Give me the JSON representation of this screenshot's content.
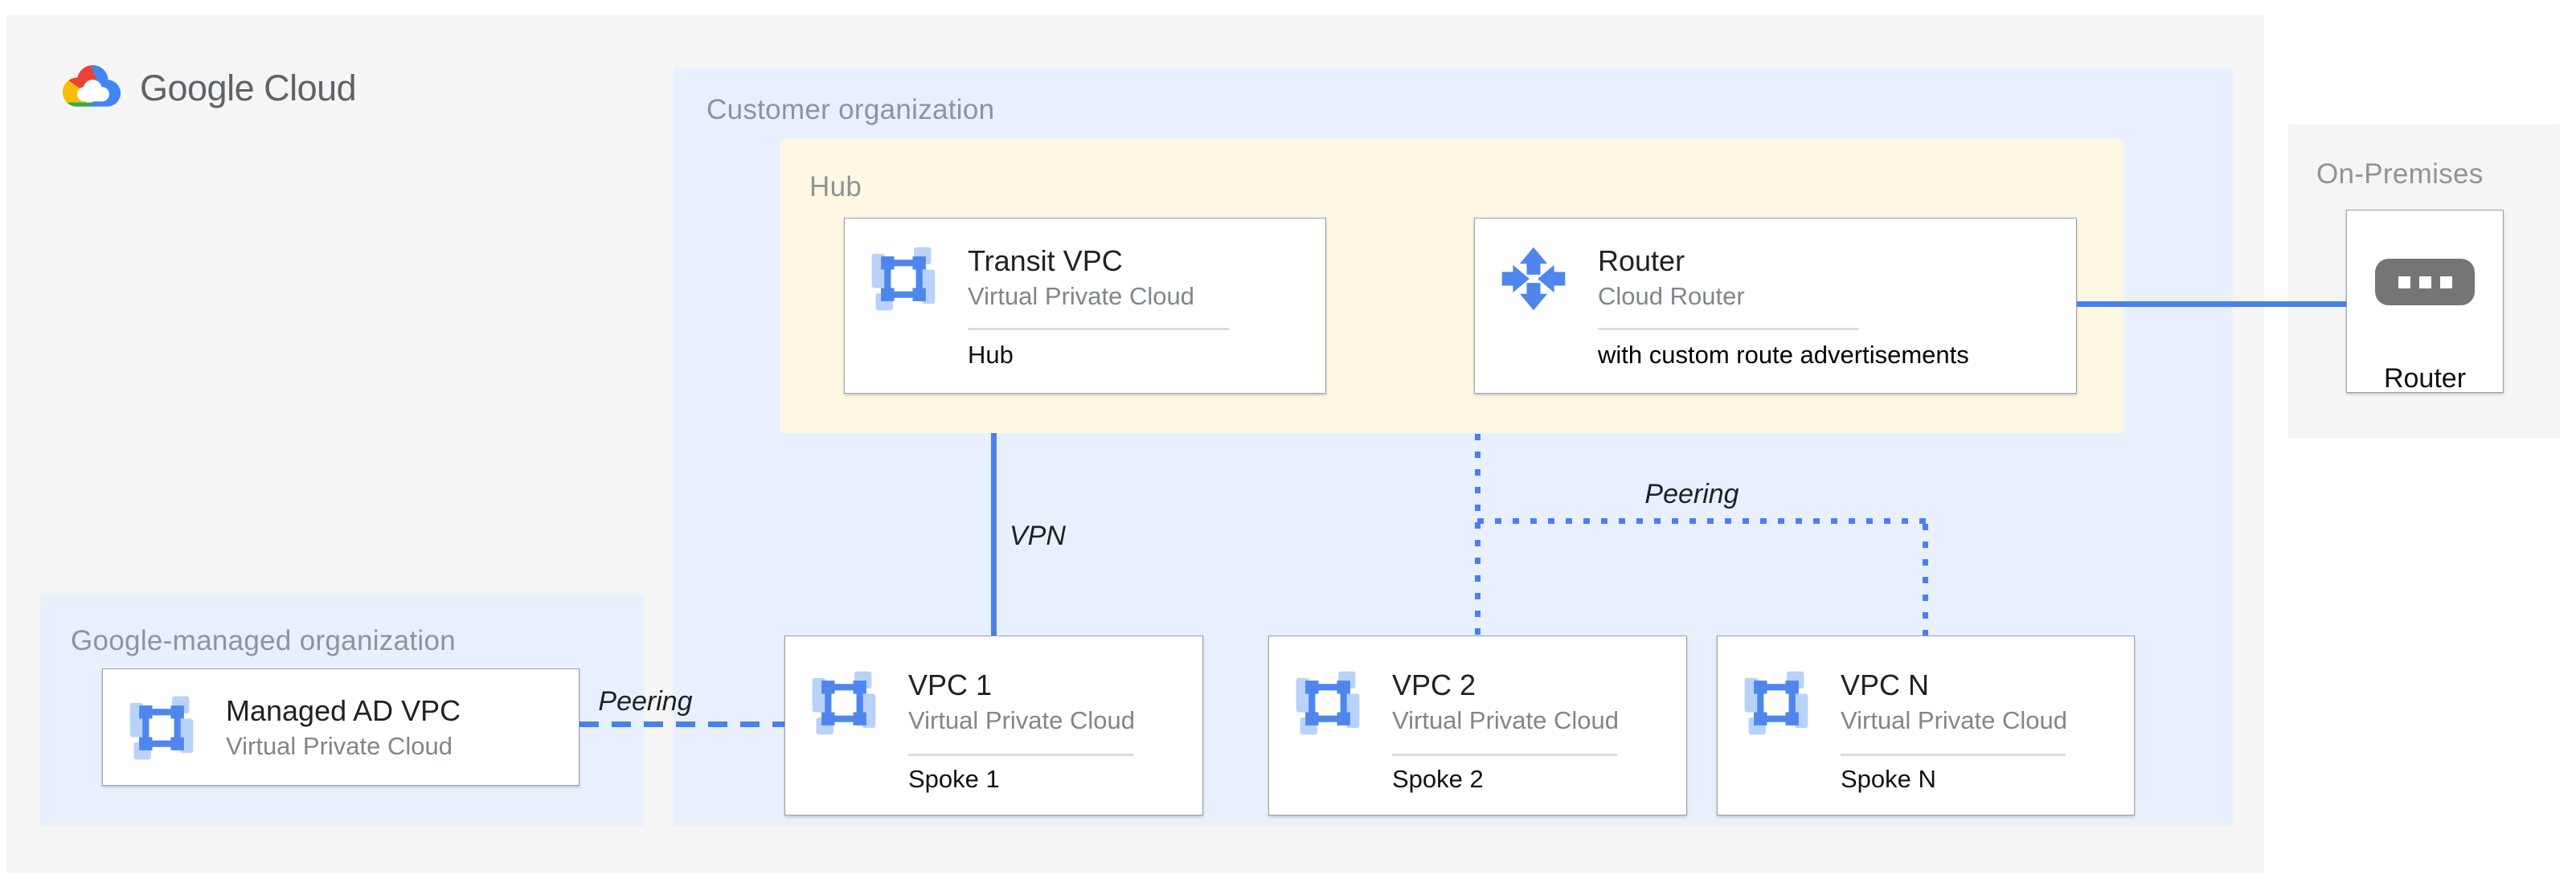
{
  "logo": {
    "text": "Google Cloud"
  },
  "containers": {
    "customer_org": {
      "label": "Customer organization"
    },
    "hub": {
      "label": "Hub"
    },
    "google_managed": {
      "label": "Google-managed organization"
    },
    "on_premises": {
      "label": "On-Premises"
    }
  },
  "cards": {
    "transit_vpc": {
      "title": "Transit VPC",
      "subtitle": "Virtual Private Cloud",
      "sublabel": "Hub",
      "icon": "vpc-icon"
    },
    "cloud_router": {
      "title": "Router",
      "subtitle": "Cloud Router",
      "sublabel": "with custom route advertisements",
      "icon": "cloud-router-icon"
    },
    "managed_ad_vpc": {
      "title": "Managed AD VPC",
      "subtitle": "Virtual Private Cloud",
      "icon": "vpc-icon"
    },
    "vpc_1": {
      "title": "VPC 1",
      "subtitle": "Virtual Private Cloud",
      "sublabel": "Spoke 1",
      "icon": "vpc-icon"
    },
    "vpc_2": {
      "title": "VPC 2",
      "subtitle": "Virtual Private Cloud",
      "sublabel": "Spoke 2",
      "icon": "vpc-icon"
    },
    "vpc_n": {
      "title": "VPC N",
      "subtitle": "Virtual Private Cloud",
      "sublabel": "Spoke N",
      "icon": "vpc-icon"
    },
    "onprem_router": {
      "label": "Router",
      "icon": "hardware-router-icon"
    }
  },
  "connections": {
    "vpn": {
      "label": "VPN",
      "style": "solid",
      "from": "hub",
      "to": "vpc_1"
    },
    "peering_hub": {
      "label": "Peering",
      "style": "dotted",
      "from": "cloud_router",
      "to": [
        "vpc_2",
        "vpc_n"
      ]
    },
    "peering_managed": {
      "label": "Peering",
      "style": "dashed",
      "from": "managed_ad_vpc",
      "to": "vpc_1"
    },
    "router_to_onprem": {
      "style": "solid",
      "from": "cloud_router",
      "to": "onprem_router"
    }
  },
  "colors": {
    "connector_blue": "#4A80EE",
    "icon_blue": "#4E86EE",
    "icon_blue_light": "#B9D2FA",
    "panel_blue": "#E8F0FE",
    "panel_cream": "#FEF7E3",
    "panel_gray": "#F5F5F5",
    "card_border": "#9AA0A6",
    "label_gray": "#8E9499",
    "subtitle_gray": "#80868B",
    "title_dark": "#202124",
    "logo_red": "#EA4335",
    "logo_yellow": "#FBBC05",
    "logo_green": "#34A853",
    "logo_blue": "#4285F4",
    "onprem_device_gray": "#757575"
  }
}
